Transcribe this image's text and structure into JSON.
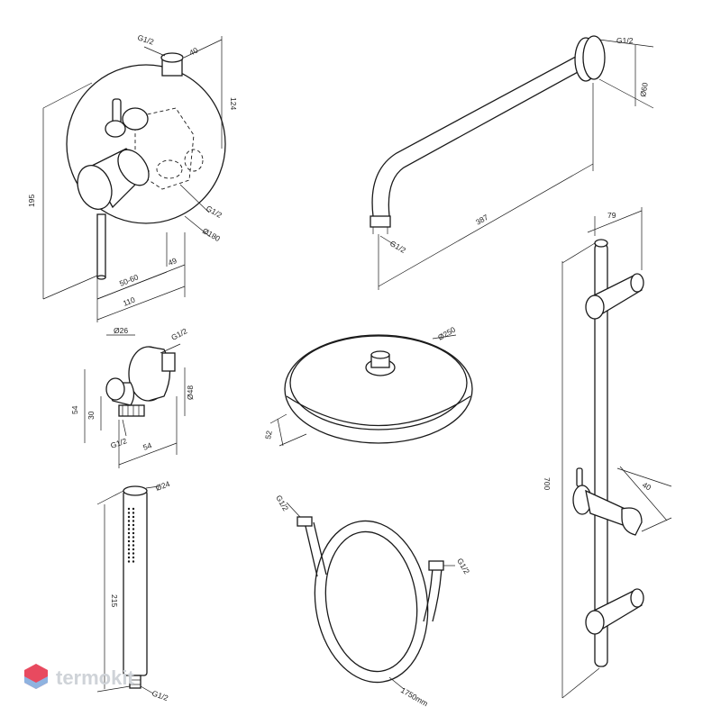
{
  "colors": {
    "line": "#1a1a1a",
    "watermark_text": "#cfd3d8",
    "watermark_logo_top": "#e84a5f",
    "watermark_logo_bottom": "#8fb3e0"
  },
  "mixer": {
    "thread": "G1/2",
    "width_top": "40",
    "height_top": "124",
    "height_total": "195",
    "thread_lower": "G1/2",
    "plate_diameter": "Ø180",
    "offset_a": "49",
    "range": "50-60",
    "depth": "110"
  },
  "shower_arm": {
    "thread_wall": "G1/2",
    "flange_diameter": "Ø60",
    "length": "387",
    "thread_head": "G1/2"
  },
  "wall_outlet": {
    "diameter": "Ø26",
    "thread_top": "G1/2",
    "height": "54",
    "inner": "30",
    "flange": "Ø48",
    "thread_bottom": "G1/2",
    "depth": "54"
  },
  "shower_head": {
    "diameter": "Ø250",
    "height": "52"
  },
  "slide_rail": {
    "offset": "79",
    "length": "700",
    "holder_offset": "40"
  },
  "hand_shower": {
    "diameter": "Ø24",
    "length": "215",
    "thread": "G1/2"
  },
  "hose": {
    "thread_left": "G1/2",
    "thread_right": "G1/2",
    "length": "1750mm"
  },
  "watermark": {
    "text": "termokit"
  }
}
